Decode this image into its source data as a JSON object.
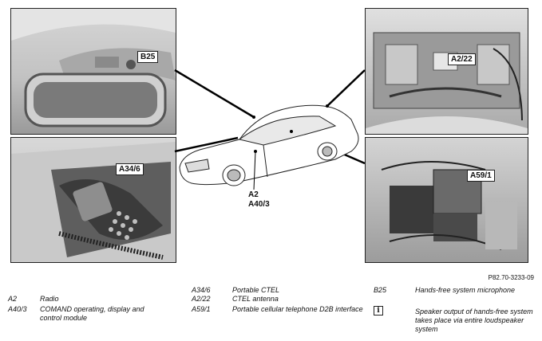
{
  "callouts": {
    "b25": "B25",
    "a34_6": "A34/6",
    "a2_22": "A2/22",
    "a59_1": "A59/1",
    "a2": "A2",
    "a40_3": "A40/3"
  },
  "reference": "P82.70-3233-09",
  "legend": {
    "col1": [
      {
        "code": "A2",
        "desc": "Radio"
      },
      {
        "code": "A40/3",
        "desc": "COMAND operating, display and control module"
      }
    ],
    "col2": [
      {
        "code": "A34/6",
        "desc": "Portable CTEL"
      },
      {
        "code": "A2/22",
        "desc": "CTEL antenna"
      },
      {
        "code": "A59/1",
        "desc": "Portable cellular telephone D2B interface"
      }
    ],
    "col3": [
      {
        "code": "B25",
        "desc": "Hands-free system microphone"
      }
    ],
    "note": "Speaker output of hands-free system takes place via entire loudspeaker system",
    "note_icon": "info-icon"
  }
}
